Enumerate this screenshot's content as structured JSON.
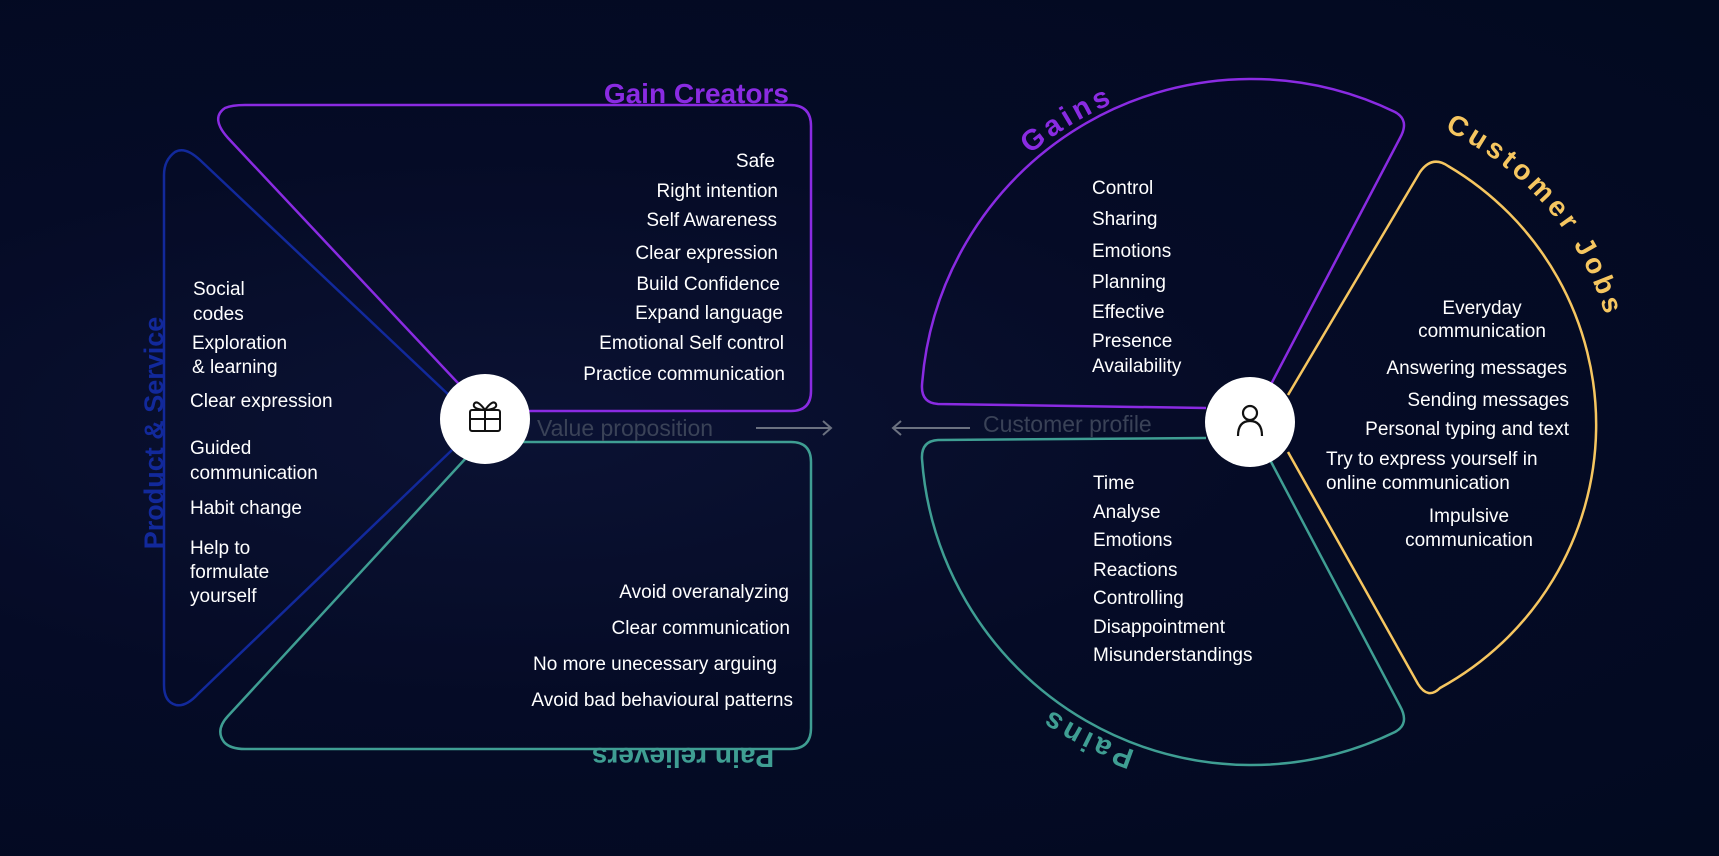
{
  "colors": {
    "gain_creators": "#8a2be2",
    "product_service": "#12299b",
    "pain_relievers": "#3f9e93",
    "gains": "#8a2be2",
    "pains": "#3f9e93",
    "customer_jobs": "#f6c660",
    "arrow": "#6b7180"
  },
  "value_proposition": {
    "label": "Value proposition",
    "icon": "gift-icon",
    "gain_creators": {
      "title": "Gain Creators",
      "items": [
        "Safe",
        "Right intention",
        "Self Awareness",
        "Clear expression",
        "Build Confidence",
        "Expand language",
        "Emotional Self control",
        "Practice communication"
      ]
    },
    "product_service": {
      "title": "Product & Service",
      "items": [
        "Social",
        "codes",
        "Exploration",
        "& learning",
        "Clear expression",
        "Guided",
        "communication",
        "Habit change",
        "Help to",
        "formulate",
        "yourself"
      ]
    },
    "pain_relievers": {
      "title": "Pain relievers",
      "items": [
        "Avoid overanalyzing",
        "Clear communication",
        "No more unecessary arguing",
        "Avoid bad behavioural patterns"
      ]
    }
  },
  "customer_profile": {
    "label": "Customer profile",
    "icon": "user-icon",
    "gains": {
      "title": "Gains",
      "items": [
        "Control",
        "Sharing",
        "Emotions",
        "Planning",
        "Effective",
        "Presence",
        "Availability"
      ]
    },
    "pains": {
      "title": "Pains",
      "items": [
        "Time",
        "Analyse",
        "Emotions",
        "Reactions",
        "Controlling",
        "Disappointment",
        "Misunderstandings"
      ]
    },
    "customer_jobs": {
      "title": "Customer Jobs",
      "items": [
        "Everyday",
        "communication",
        "Answering messages",
        "Sending messages",
        "Personal typing and text",
        "Try to express yourself in",
        "online communication",
        "Impulsive",
        "communication"
      ]
    }
  }
}
